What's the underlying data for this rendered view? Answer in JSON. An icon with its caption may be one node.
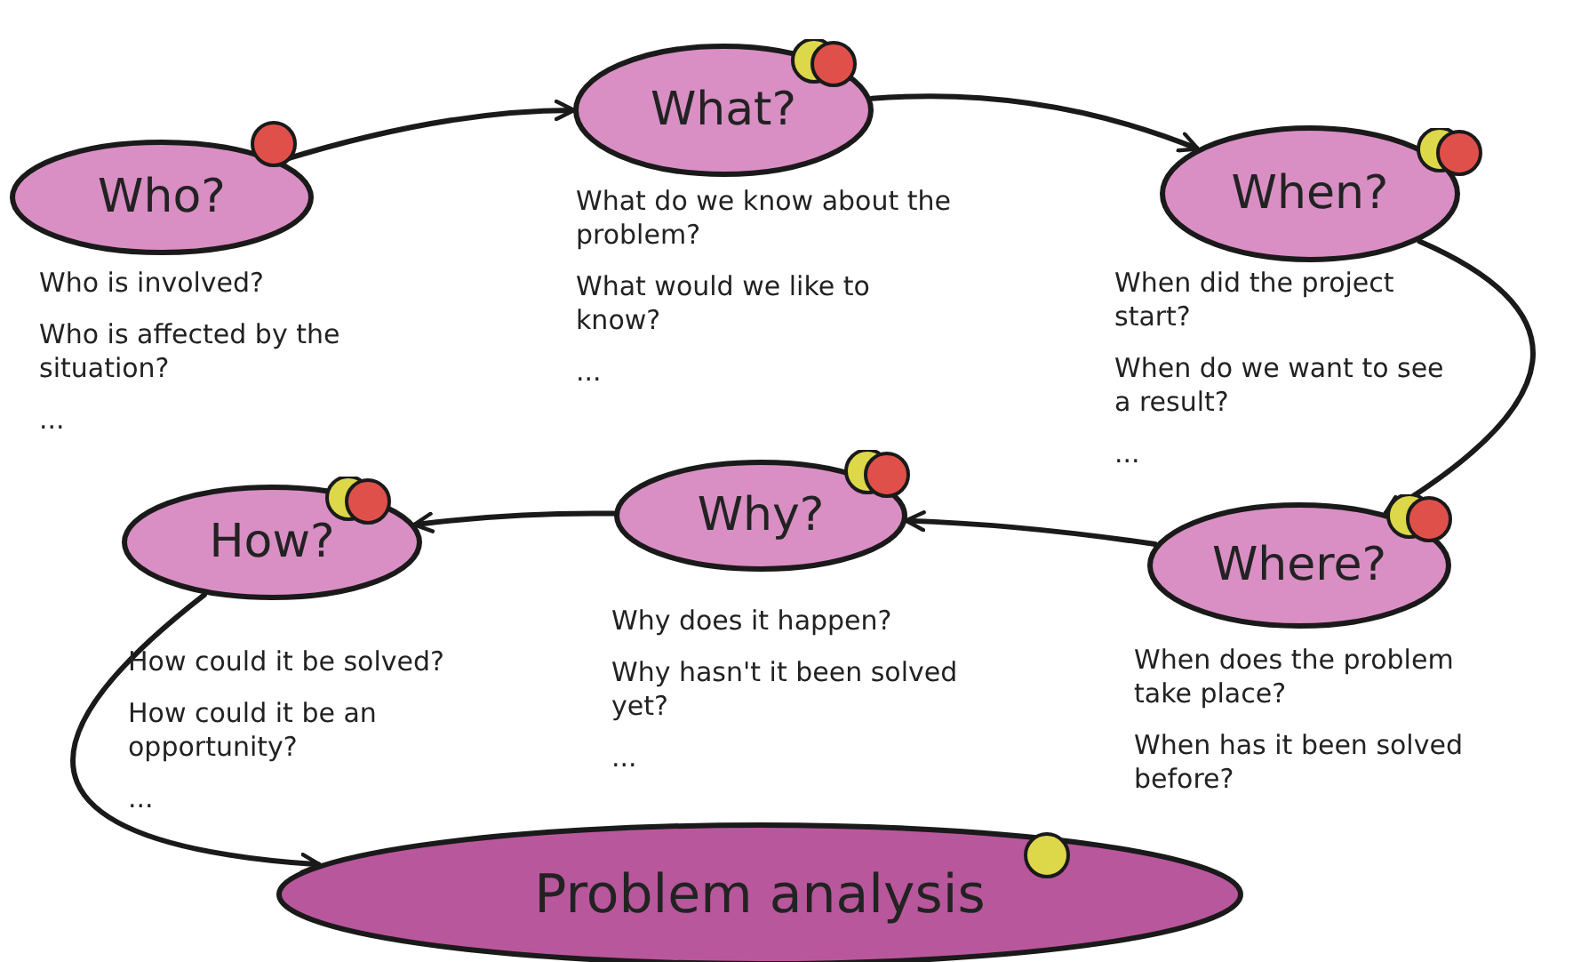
{
  "diagram": {
    "nodes": [
      {
        "text": [
          "Who?"
        ],
        "beside": [
          "Who is involved?",
          "Who is affected by the situation?",
          "..."
        ]
      },
      {
        "text": [
          "What?"
        ],
        "beside": [
          "What do we know about the problem?",
          "What would we like to know?",
          "..."
        ]
      },
      {
        "text": [
          "When?"
        ],
        "beside": [
          "When did the project start?",
          "When do we want to see a result?",
          "..."
        ]
      },
      {
        "text": [
          "Where?"
        ],
        "beside": [
          "When does the problem take place?",
          "When has it been solved before?"
        ]
      },
      {
        "text": [
          "Why?"
        ],
        "beside": [
          "Why does it happen?",
          "Why hasn't it been solved yet?",
          "..."
        ]
      },
      {
        "text": [
          "How?"
        ],
        "beside": [
          "How could it be solved?",
          "How could it be an opportunity?",
          "..."
        ]
      },
      {
        "text": [
          "Problem analysis"
        ]
      }
    ],
    "edges": [
      {
        "from": 0,
        "to": 1,
        "arrow": "to"
      },
      {
        "from": 1,
        "to": 2,
        "arrow": "to"
      },
      {
        "from": 2,
        "to": 3,
        "arrow": "to"
      },
      {
        "from": 3,
        "to": 4,
        "arrow": "to"
      },
      {
        "from": 4,
        "to": 5,
        "arrow": "to"
      },
      {
        "from": 5,
        "to": 6,
        "arrow": "to"
      }
    ]
  }
}
